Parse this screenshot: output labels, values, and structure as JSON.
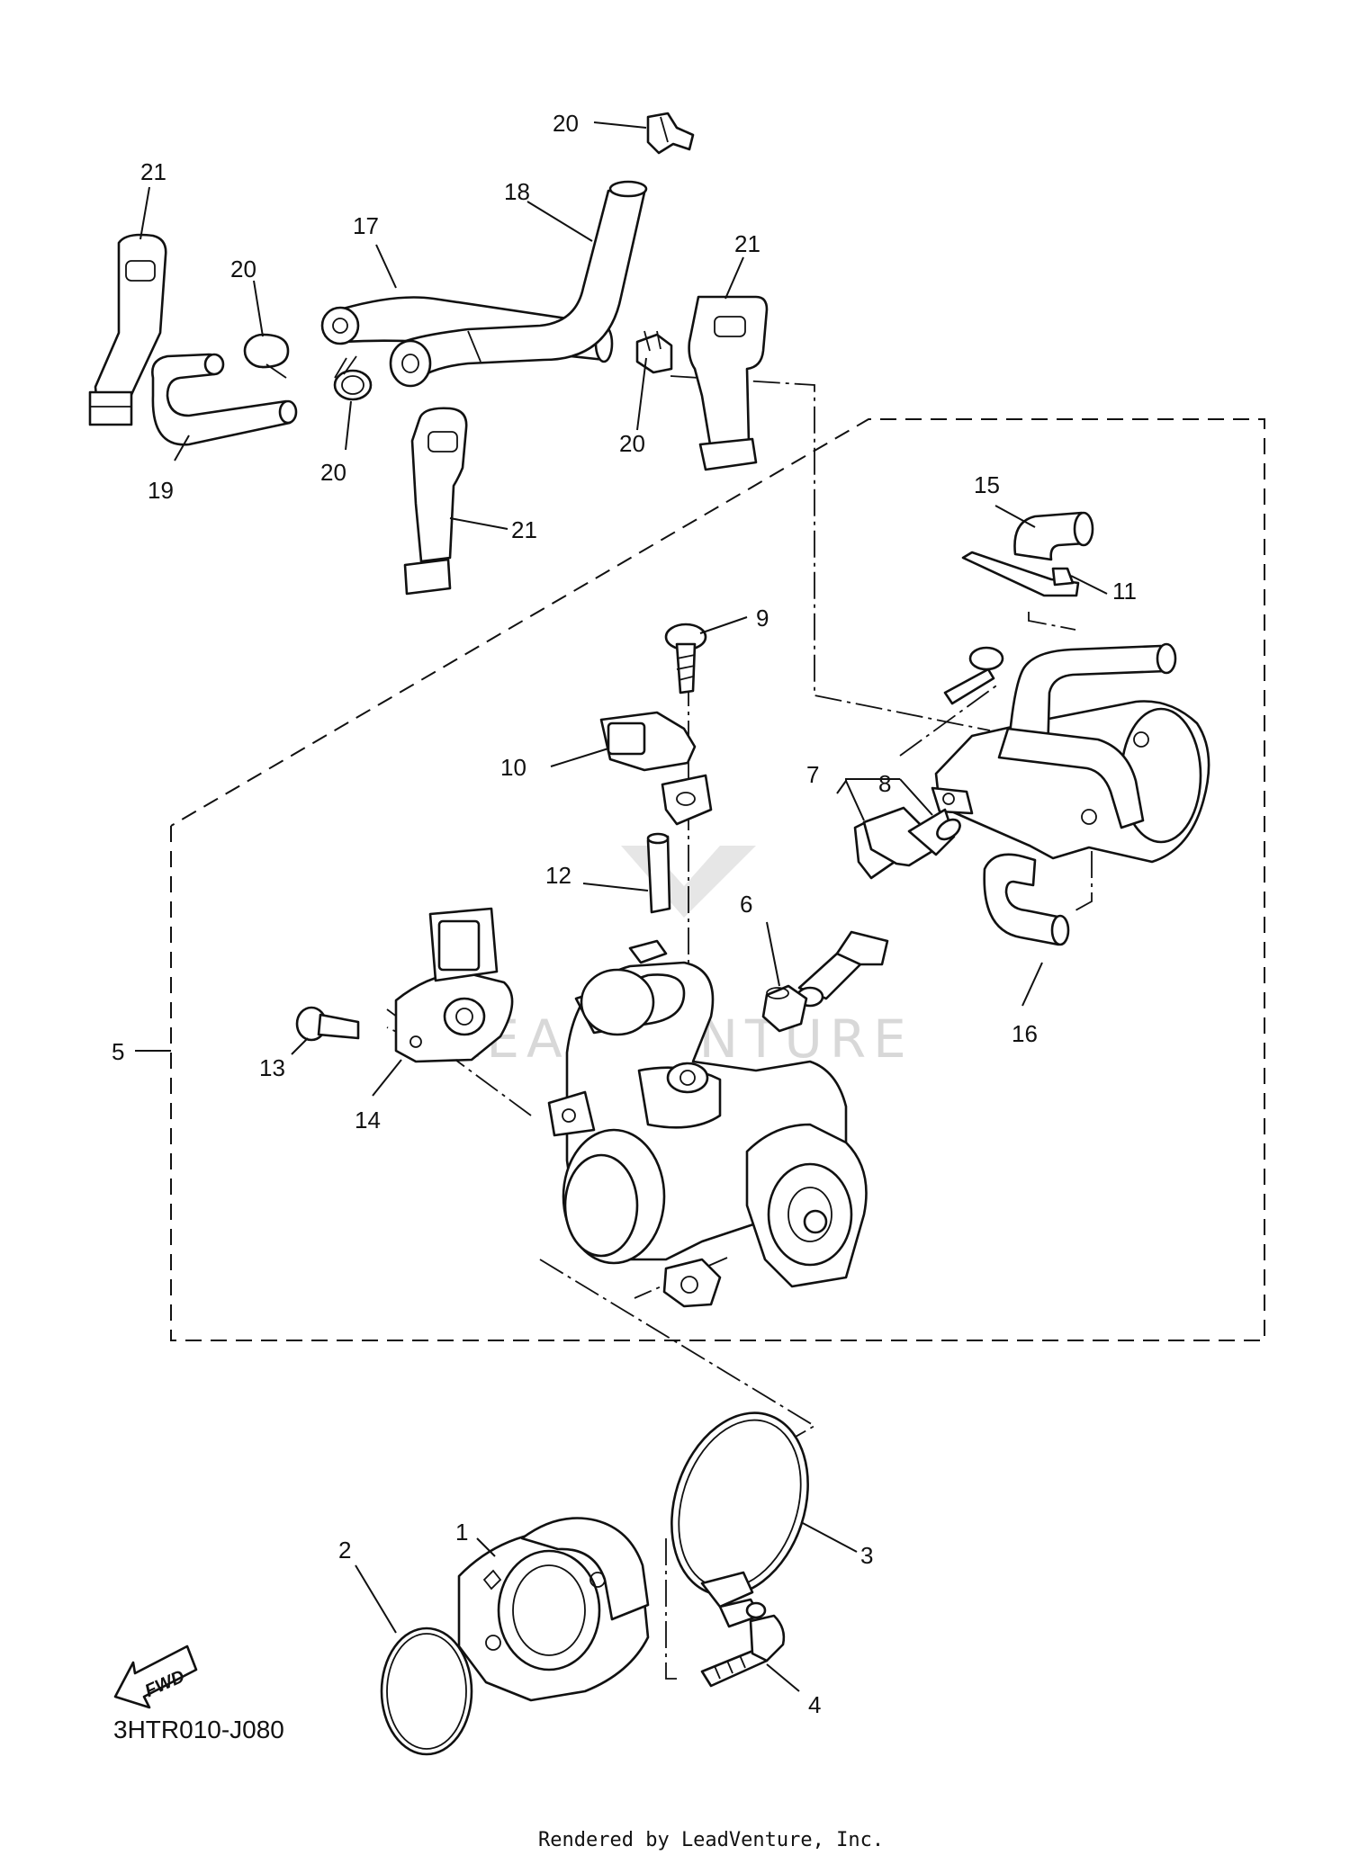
{
  "diagram_code": "3HTR010-J080",
  "footer": "Rendered by LeadVenture, Inc.",
  "watermark": "LEADVENTURE",
  "fwd_label": "FWD",
  "callouts": {
    "c1": "1",
    "c2": "2",
    "c3": "3",
    "c4": "4",
    "c5": "5",
    "c6": "6",
    "c7": "7",
    "c8": "8",
    "c9": "9",
    "c10": "10",
    "c11": "11",
    "c12": "12",
    "c13": "13",
    "c14": "14",
    "c15": "15",
    "c16": "16",
    "c17": "17",
    "c18": "18",
    "c19": "19",
    "c20a": "20",
    "c20b": "20",
    "c20c": "20",
    "c20d": "20",
    "c21a": "21",
    "c21b": "21",
    "c21c": "21"
  },
  "colors": {
    "line": "#111111",
    "background": "#ffffff",
    "watermark": "#d8d8d8"
  }
}
